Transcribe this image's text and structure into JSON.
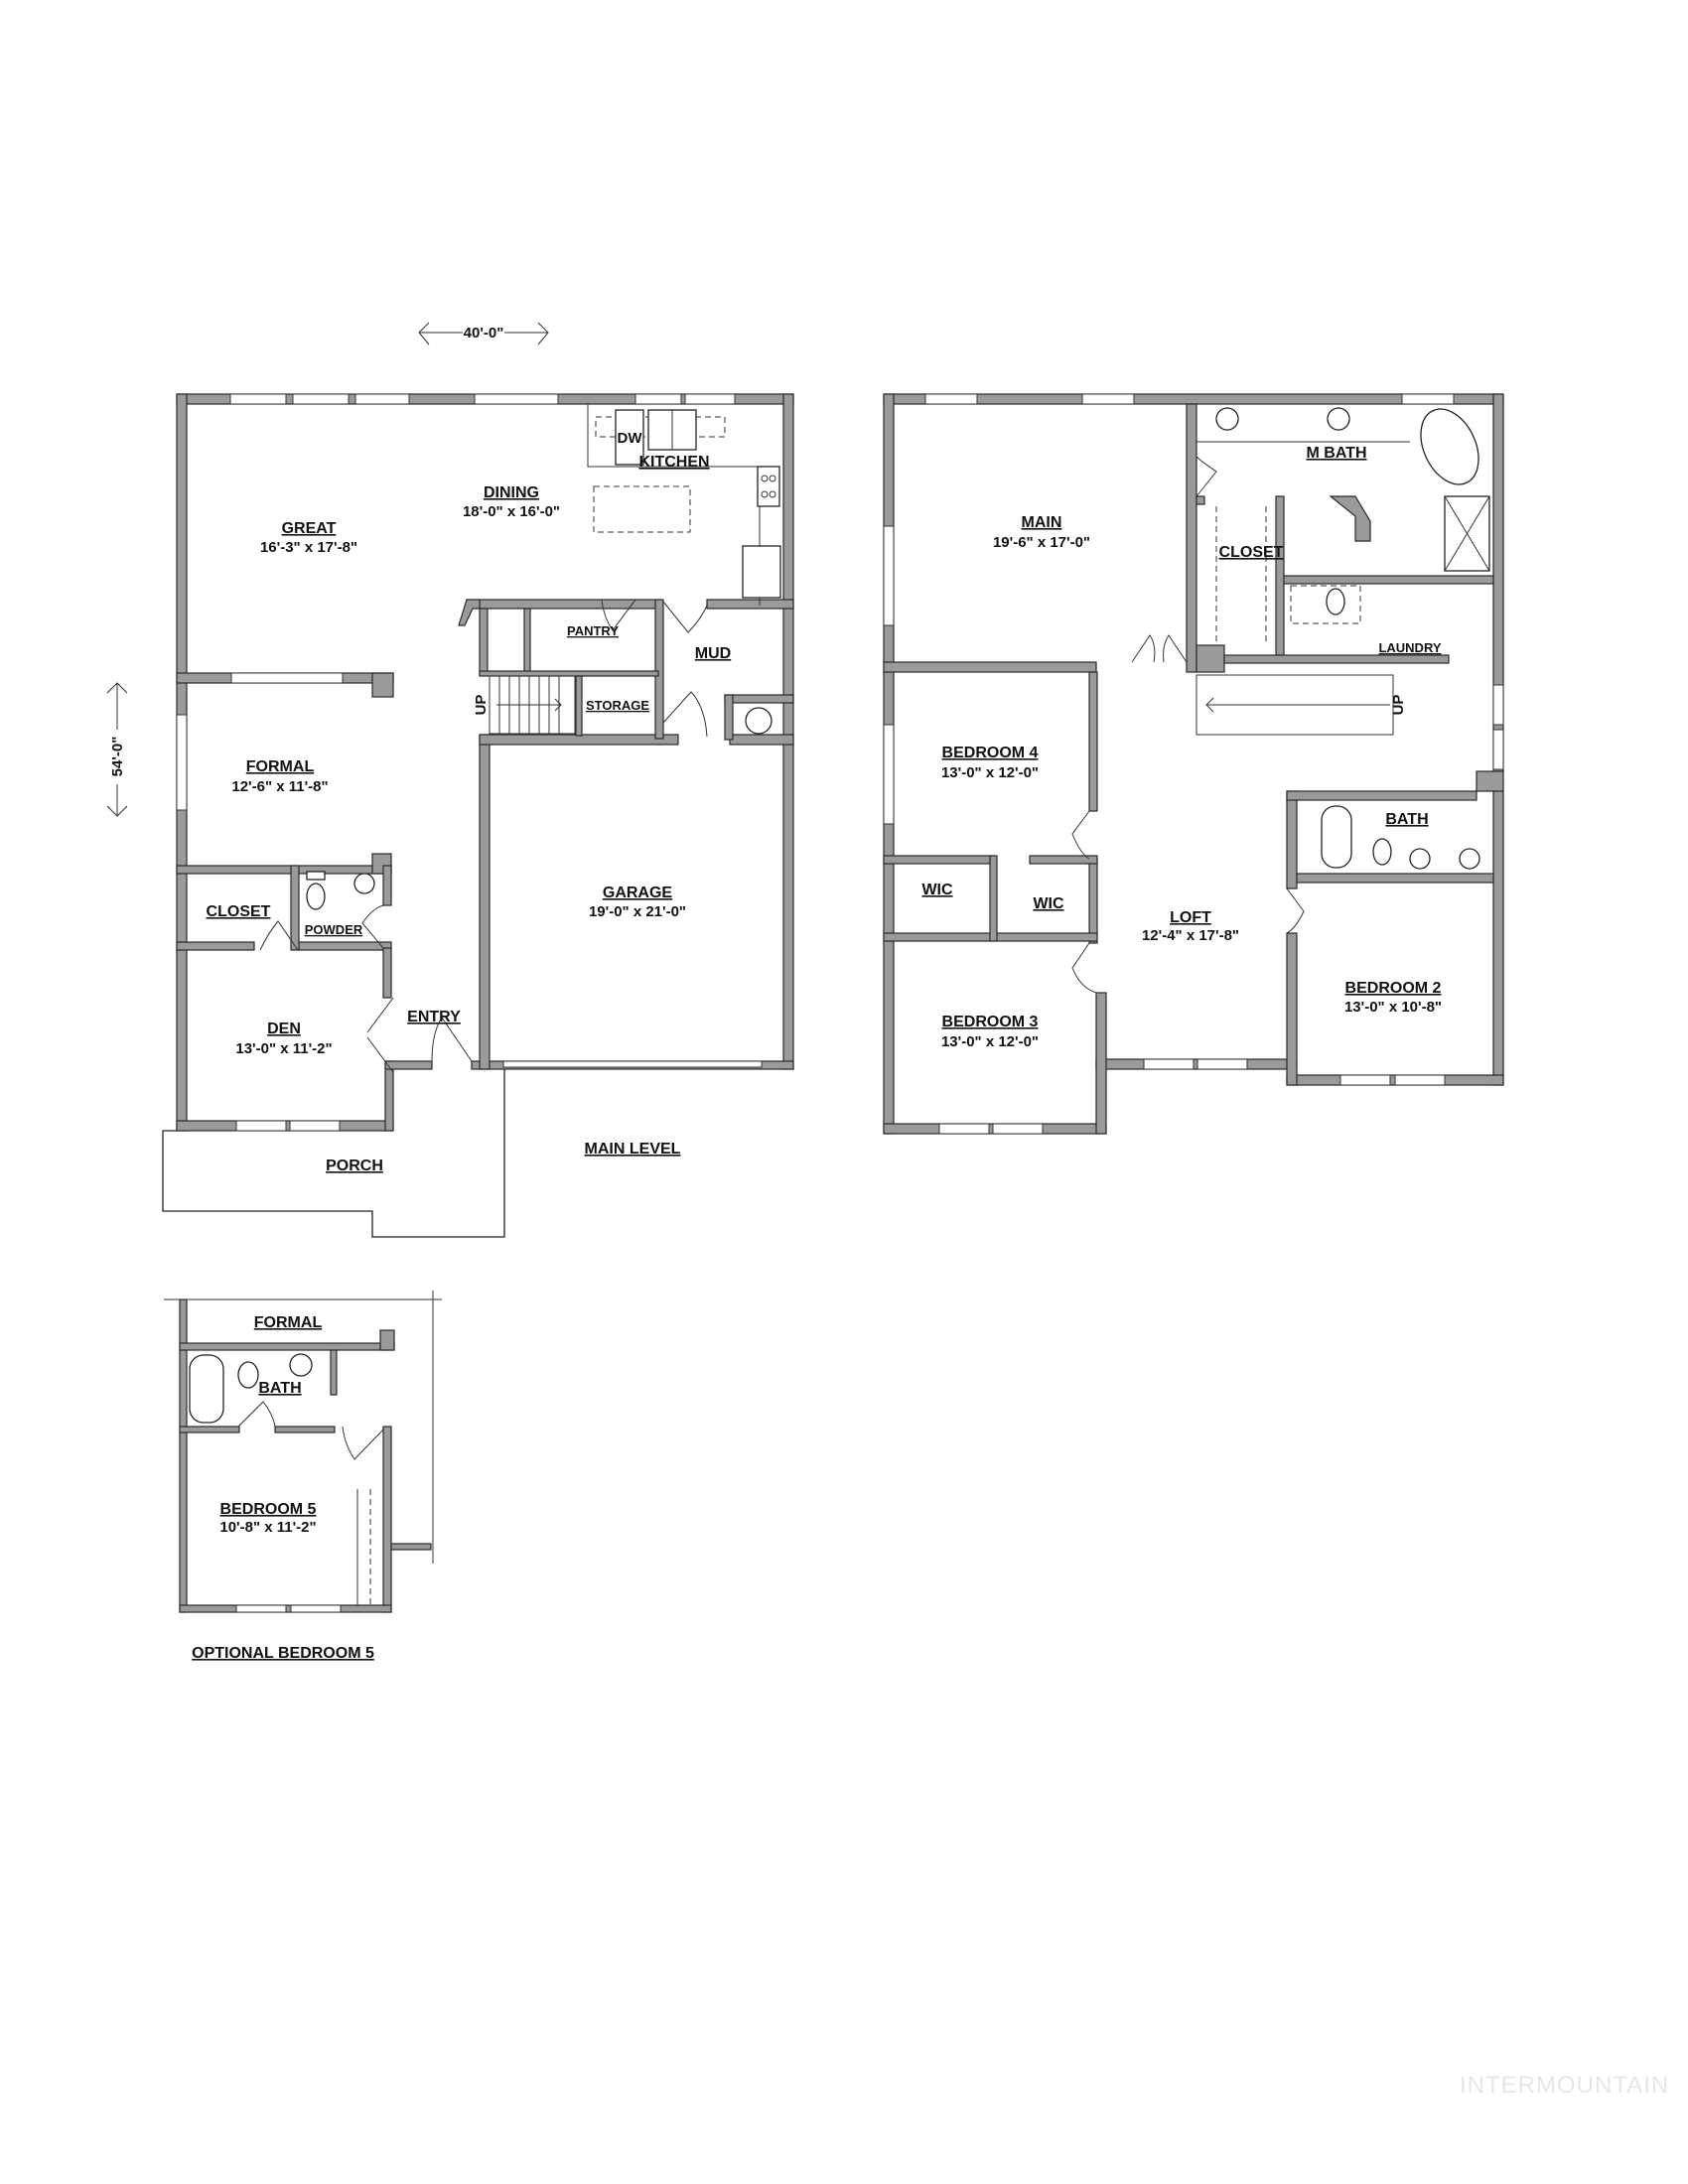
{
  "dimensions": {
    "width": "40'-0\"",
    "depth": "54'-0\""
  },
  "main_level": {
    "title": "MAIN LEVEL",
    "rooms": {
      "great": {
        "name": "GREAT",
        "size": "16'-3\" x 17'-8\""
      },
      "dining": {
        "name": "DINING",
        "size": "18'-0\" x 16'-0\""
      },
      "kitchen": {
        "name": "KITCHEN"
      },
      "dw": {
        "name": "DW"
      },
      "pantry": {
        "name": "PANTRY"
      },
      "mud": {
        "name": "MUD"
      },
      "storage": {
        "name": "STORAGE"
      },
      "up": {
        "name": "UP"
      },
      "formal": {
        "name": "FORMAL",
        "size": "12'-6\" x 11'-8\""
      },
      "closet": {
        "name": "CLOSET"
      },
      "powder": {
        "name": "POWDER"
      },
      "den": {
        "name": "DEN",
        "size": "13'-0\" x 11'-2\""
      },
      "entry": {
        "name": "ENTRY"
      },
      "garage": {
        "name": "GARAGE",
        "size": "19'-0\" x 21'-0\""
      },
      "porch": {
        "name": "PORCH"
      }
    }
  },
  "upper_level": {
    "rooms": {
      "main": {
        "name": "MAIN",
        "size": "19'-6\" x 17'-0\""
      },
      "m_bath": {
        "name": "M BATH"
      },
      "closet": {
        "name": "CLOSET"
      },
      "laundry": {
        "name": "LAUNDRY"
      },
      "up": {
        "name": "UP"
      },
      "bedroom4": {
        "name": "BEDROOM 4",
        "size": "13'-0\" x 12'-0\""
      },
      "wic1": {
        "name": "WIC"
      },
      "wic2": {
        "name": "WIC"
      },
      "loft": {
        "name": "LOFT",
        "size": "12'-4\" x 17'-8\""
      },
      "bath": {
        "name": "BATH"
      },
      "bedroom2": {
        "name": "BEDROOM 2",
        "size": "13'-0\" x 10'-8\""
      },
      "bedroom3": {
        "name": "BEDROOM 3",
        "size": "13'-0\" x 12'-0\""
      }
    }
  },
  "optional": {
    "title": "OPTIONAL BEDROOM 5",
    "rooms": {
      "formal": {
        "name": "FORMAL"
      },
      "bath": {
        "name": "BATH"
      },
      "bedroom5": {
        "name": "BEDROOM 5",
        "size": "10'-8\" x 11'-2\""
      }
    }
  },
  "watermark": "INTERMOUNTAIN",
  "colors": {
    "wall": "#9a9a9a",
    "line": "#222222",
    "background": "#ffffff"
  }
}
